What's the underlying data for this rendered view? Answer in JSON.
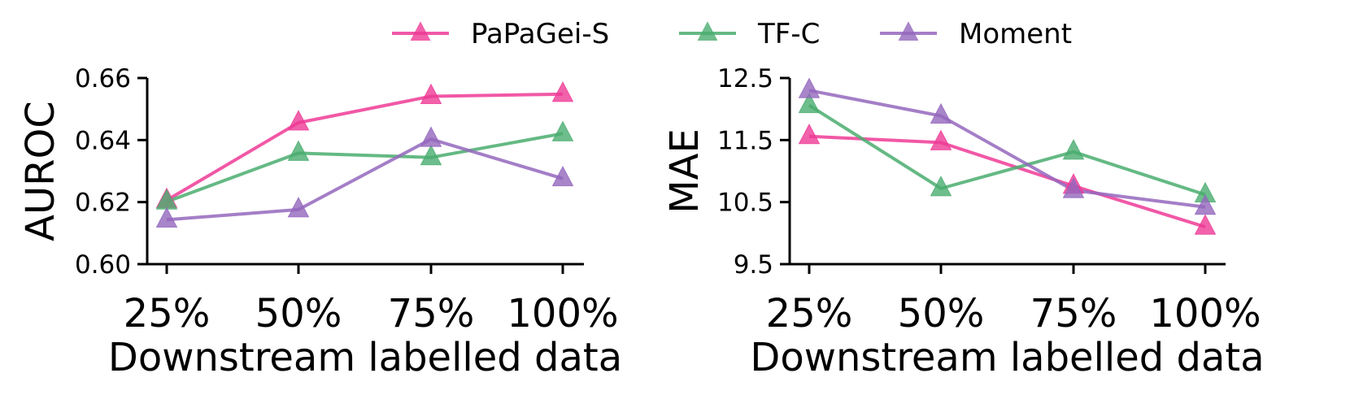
{
  "legend": [
    {
      "name": "PaPaGei-S",
      "color": "#ee3b96"
    },
    {
      "name": "TF-C",
      "color": "#4aad6f"
    },
    {
      "name": "Moment",
      "color": "#9467bd"
    }
  ],
  "chart_data": [
    {
      "type": "line",
      "title": "",
      "xlabel": "Downstream labelled data",
      "ylabel": "AUROC",
      "categories": [
        "25%",
        "50%",
        "75%",
        "100%"
      ],
      "ylim": [
        0.6,
        0.66
      ],
      "yticks": [
        0.6,
        0.62,
        0.64,
        0.66
      ],
      "ytick_labels": [
        "0.60",
        "0.62",
        "0.64",
        "0.66"
      ],
      "grid": false,
      "legend_position": "top",
      "series": [
        {
          "name": "PaPaGei-S",
          "color": "#ee3b96",
          "marker": "triangle",
          "values": [
            0.6206,
            0.6456,
            0.6541,
            0.6548
          ]
        },
        {
          "name": "TF-C",
          "color": "#4aad6f",
          "marker": "triangle",
          "values": [
            0.6201,
            0.6358,
            0.6344,
            0.6421
          ]
        },
        {
          "name": "Moment",
          "color": "#9467bd",
          "marker": "triangle",
          "values": [
            0.6143,
            0.6176,
            0.6403,
            0.6276
          ]
        }
      ]
    },
    {
      "type": "line",
      "title": "",
      "xlabel": "Downstream labelled data",
      "ylabel": "MAE",
      "categories": [
        "25%",
        "50%",
        "75%",
        "100%"
      ],
      "ylim": [
        9.5,
        12.5
      ],
      "yticks": [
        9.5,
        10.5,
        11.5,
        12.5
      ],
      "ytick_labels": [
        "9.5",
        "10.5",
        "11.5",
        "12.5"
      ],
      "grid": false,
      "legend_position": "top",
      "series": [
        {
          "name": "PaPaGei-S",
          "color": "#ee3b96",
          "marker": "triangle",
          "values": [
            11.56,
            11.46,
            10.76,
            10.1
          ]
        },
        {
          "name": "TF-C",
          "color": "#4aad6f",
          "marker": "triangle",
          "values": [
            12.06,
            10.72,
            11.31,
            10.62
          ]
        },
        {
          "name": "Moment",
          "color": "#9467bd",
          "marker": "triangle",
          "values": [
            12.3,
            11.89,
            10.69,
            10.42
          ]
        }
      ]
    }
  ]
}
